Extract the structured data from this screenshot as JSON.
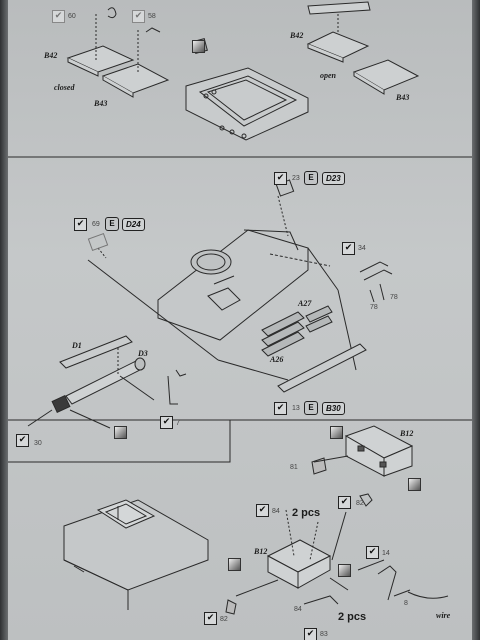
{
  "top": {
    "step_left": {
      "num1": "60",
      "num2": "58"
    },
    "labels": {
      "b42_left": "B42",
      "b43_left": "B43",
      "closed": "closed",
      "b42_right": "B42",
      "open": "open",
      "b43_right": "B43"
    }
  },
  "middle": {
    "step_d23": {
      "num": "23",
      "pe": "E",
      "part": "D23"
    },
    "step_d24": {
      "num": "69",
      "pe": "E",
      "part": "D24"
    },
    "step_34": {
      "num": "34"
    },
    "labels": {
      "a27": "A27",
      "a26": "A26",
      "d1": "D1",
      "d3": "D3",
      "n78a": "78",
      "n78b": "78"
    },
    "step_30": {
      "num": "30"
    },
    "step_7": {
      "num": "7"
    },
    "step_b30": {
      "num": "13",
      "pe": "E",
      "part": "B30"
    }
  },
  "bottom": {
    "labels": {
      "b12_top": "B12",
      "n81": "81",
      "b12_bottom": "B12",
      "wire": "wire",
      "n8": "8"
    },
    "step_84": {
      "num": "84"
    },
    "step_82_top": {
      "num": "82"
    },
    "step_14": {
      "num": "14"
    },
    "step_82_bottom": {
      "num": "82"
    },
    "step_83": {
      "num": "83"
    },
    "pcs_top": "2 pcs",
    "pcs_bottom": "2 pcs",
    "n84_bottom": "84"
  }
}
